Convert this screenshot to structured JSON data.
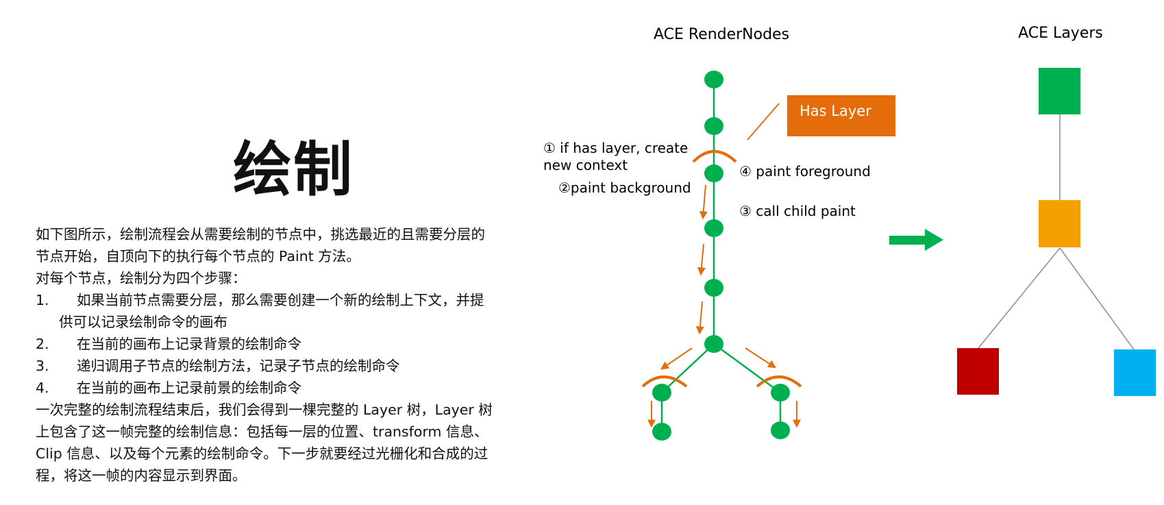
{
  "title": "绘制",
  "paragraphs": {
    "intro_line1": "如下图所示，绘制流程会从需要绘制的节点中，挑选最近的且需要分层的",
    "intro_line2": "节点开始，自顶向下的执行每个节点的 Paint 方法。",
    "steps_intro": "对每个节点，绘制分为四个步骤：",
    "outro_line1": "一次完整的绘制流程结束后，我们会得到一棵完整的 Layer 树，Layer 树",
    "outro_line2": "上包含了这一帧完整的绘制信息：包括每一层的位置、transform 信息、",
    "outro_line3": "Clip 信息、以及每个元素的绘制命令。下一步就要经过光栅化和合成的过",
    "outro_line4": "程，将这一帧的内容显示到界面。"
  },
  "steps": [
    {
      "num": "1.",
      "text": "如果当前节点需要分层，那么需要创建一个新的绘制上下文，并提",
      "cont": "供可以记录绘制命令的画布"
    },
    {
      "num": "2.",
      "text": "在当前的画布上记录背景的绘制命令",
      "cont": ""
    },
    {
      "num": "3.",
      "text": "递归调用子节点的绘制方法，记录子节点的绘制命令",
      "cont": ""
    },
    {
      "num": "4.",
      "text": "在当前的画布上记录前景的绘制命令",
      "cont": ""
    }
  ],
  "diagram": {
    "render_nodes_title": "ACE RenderNodes",
    "layers_title": "ACE Layers",
    "has_layer_label": "Has Layer",
    "annotation_step1_line1": "① if has layer, create",
    "annotation_step1_line2": "new context",
    "annotation_step2": "②paint background",
    "annotation_step3": "③ call child paint",
    "annotation_step4": "④ paint foreground"
  },
  "colors": {
    "node_green": "#00B050",
    "arrow_orange": "#E46C0A",
    "has_layer_box": "#E46C0A",
    "layer_top": "#00B050",
    "layer_mid": "#F4A100",
    "layer_left": "#C00000",
    "layer_right": "#00B0F0",
    "big_arrow": "#00B050"
  }
}
